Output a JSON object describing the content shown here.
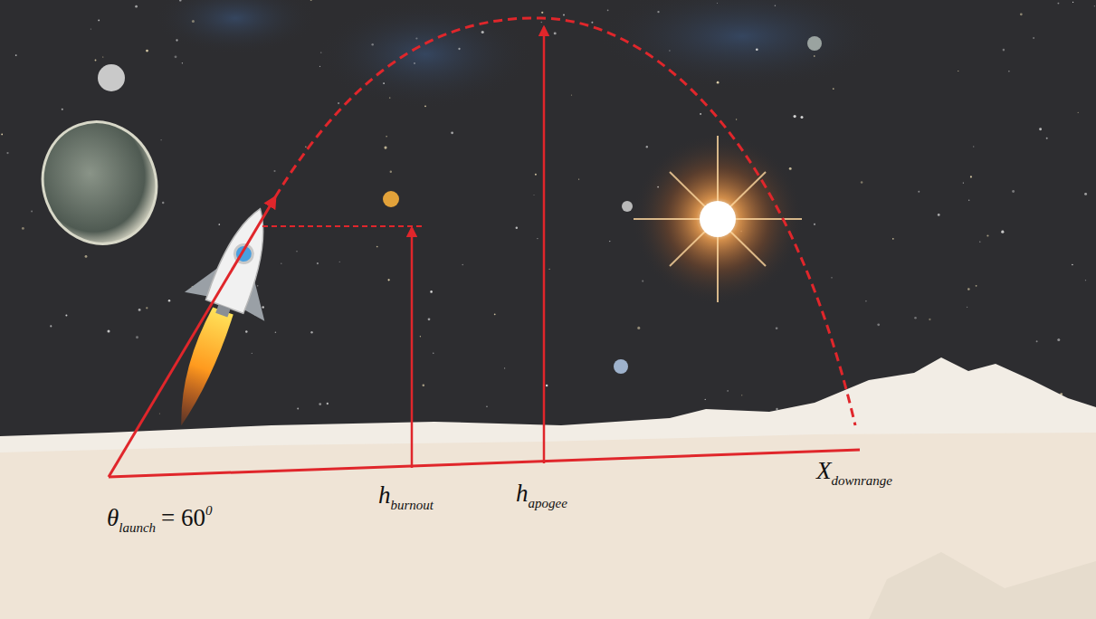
{
  "diagram": {
    "labels": [
      "θ",
      "launch",
      "= 60",
      "0",
      "h",
      "burnout",
      "h",
      "apogee",
      "X",
      "downrange"
    ]
  }
}
